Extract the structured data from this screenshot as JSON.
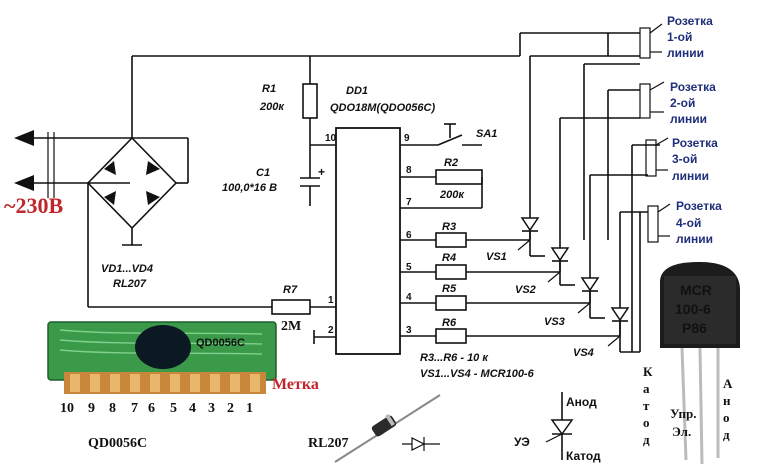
{
  "mains": {
    "voltage_label": "~230В"
  },
  "bridge": {
    "label": "VD1...VD4",
    "part": "RL207"
  },
  "resistors": {
    "r1_name": "R1",
    "r1_value": "200к",
    "r2_name": "R2",
    "r2_value": "200к",
    "r3_name": "R3",
    "r4_name": "R4",
    "r5_name": "R5",
    "r6_name": "R6",
    "r7_name": "R7",
    "r7_value": "2M"
  },
  "capacitor": {
    "name": "C1",
    "value": "100,0*16 В",
    "plus": "+"
  },
  "chip": {
    "name": "DD1",
    "part": "QDO18M(QDO056C)",
    "pins": [
      "1",
      "2",
      "3",
      "4",
      "5",
      "6",
      "7",
      "8",
      "9",
      "10"
    ]
  },
  "switch": {
    "name": "SA1"
  },
  "thyristors": {
    "vs1": "VS1",
    "vs2": "VS2",
    "vs3": "VS3",
    "vs4": "VS4"
  },
  "notes": {
    "resistor_values": "R3...R6 - 10 к",
    "thyristor_part": "VS1...VS4 - MCR100-6"
  },
  "outlets": [
    {
      "line1": "Розетка",
      "line2": "1-ой",
      "line3": "линии"
    },
    {
      "line1": "Розетка",
      "line2": "2-ой",
      "line3": "линии"
    },
    {
      "line1": "Розетка",
      "line2": "3-ой",
      "line3": "линии"
    },
    {
      "line1": "Розетка",
      "line2": "4-ой",
      "line3": "линии"
    }
  ],
  "module": {
    "chip_text": "QD0056C",
    "pin_numbers": [
      "10",
      "9",
      "8",
      "7",
      "6",
      "5",
      "4",
      "3",
      "2",
      "1"
    ],
    "mark_label": "Метка",
    "caption": "QD0056C"
  },
  "diode_photo": {
    "caption": "RL207"
  },
  "thyristor_symbol": {
    "anode": "Анод",
    "gate": "УЭ",
    "cathode": "Катод"
  },
  "package": {
    "line1": "MCR",
    "line2": "100-6",
    "line3": "P86",
    "cathode_vertical": "Катод",
    "gate": "Упр.",
    "gate2": "Эл.",
    "anode_vertical": "Анод"
  }
}
